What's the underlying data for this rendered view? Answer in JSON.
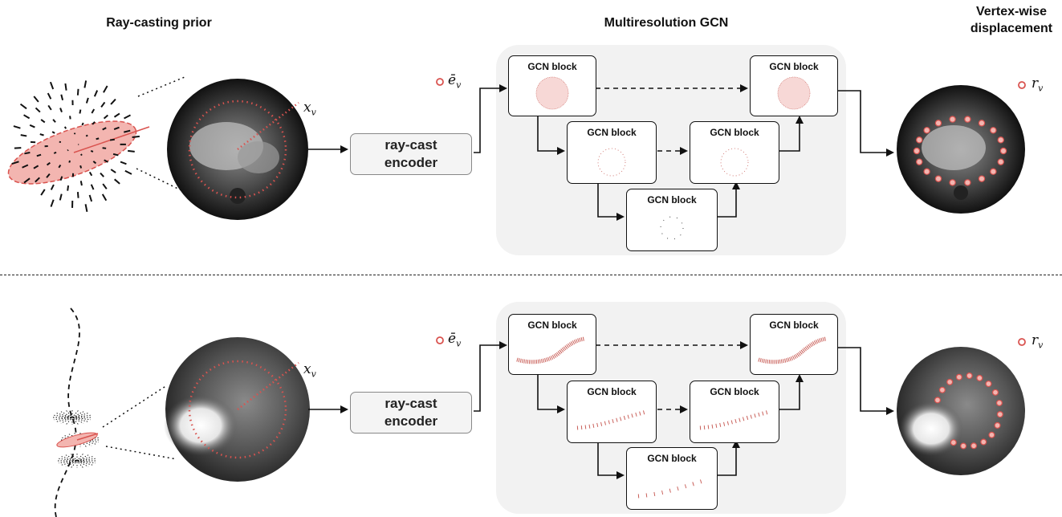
{
  "headers": {
    "prior": "Ray-casting prior",
    "gcn": "Multiresolution GCN",
    "disp_line1": "Vertex-wise",
    "disp_line2": "displacement"
  },
  "encoder": {
    "line1": "ray-cast",
    "line2": "encoder"
  },
  "blocks": {
    "label": "GCN block"
  },
  "symbols": {
    "e": "ē",
    "x": "x",
    "r": "r",
    "sub": "v"
  },
  "colors": {
    "accent": "#d9534f",
    "fill": "#f3b5b0",
    "panel": "#f2f2f2"
  }
}
